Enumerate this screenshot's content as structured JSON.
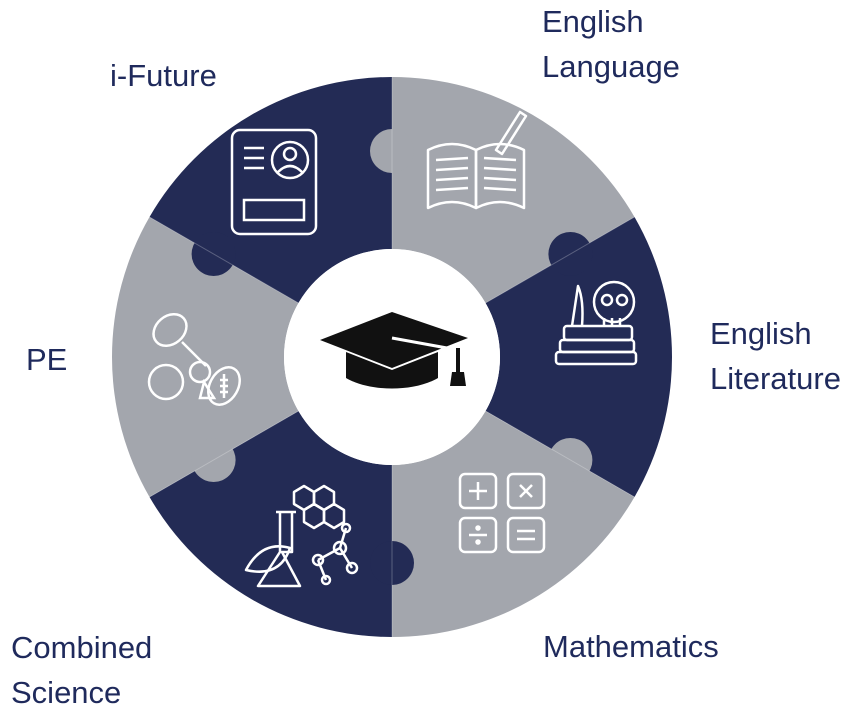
{
  "colors": {
    "navy": "#232b55",
    "gray": "#a3a6ad",
    "label": "#1f2a5c",
    "icon_stroke": "#ffffff",
    "center": "#ffffff",
    "cap": "#111111"
  },
  "segments": [
    {
      "id": "english-language",
      "lines": [
        "English",
        "Language"
      ],
      "color": "gray",
      "icon": "open-book-icon"
    },
    {
      "id": "english-literature",
      "lines": [
        "English",
        "Literature"
      ],
      "color": "navy",
      "icon": "skull-books-icon"
    },
    {
      "id": "mathematics",
      "lines": [
        "Mathematics"
      ],
      "color": "gray",
      "icon": "calculator-symbols-icon"
    },
    {
      "id": "combined-science",
      "lines": [
        "Combined",
        "Science"
      ],
      "color": "navy",
      "icon": "flask-molecule-icon"
    },
    {
      "id": "pe",
      "lines": [
        "PE"
      ],
      "color": "gray",
      "icon": "sports-balls-icon"
    },
    {
      "id": "i-future",
      "lines": [
        "i-Future"
      ],
      "color": "navy",
      "icon": "resume-icon"
    }
  ],
  "center_icon": "graduation-cap-icon"
}
